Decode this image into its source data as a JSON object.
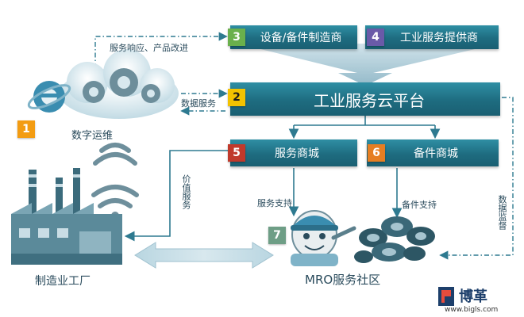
{
  "nodes": {
    "manufacturer": {
      "num": "3",
      "label": "设备/备件制造商",
      "num_color": "#6ab04c"
    },
    "service_provider": {
      "num": "4",
      "label": "工业服务提供商",
      "num_color": "#6a5aa8"
    },
    "cloud": {
      "num": "2",
      "label": "工业服务云平台",
      "num_color": "#f2c200"
    },
    "service_mall": {
      "num": "5",
      "label": "服务商城",
      "num_color": "#c0392b"
    },
    "parts_mall": {
      "num": "6",
      "label": "备件商城",
      "num_color": "#e67e22"
    },
    "digital_ops": {
      "num": "1",
      "label": "数字运维",
      "num_color": "#f39c12"
    },
    "mro": {
      "num": "7",
      "label": "MRO服务社区",
      "num_color": "#6e9e86"
    },
    "factory": {
      "label": "制造业工厂"
    }
  },
  "edges": {
    "service_response": "服务响应、产品改进",
    "data_service": "数据服务",
    "value_service": "价值服务",
    "service_support": "服务支持",
    "parts_support": "备件支持",
    "data_monitor": "数据监督"
  },
  "logo": {
    "name": "博革",
    "url": "www.bigls.com"
  },
  "colors": {
    "teal": "#1e6c80",
    "arrow": "#2e7a90",
    "light_arrow": "#a8c9d6"
  }
}
